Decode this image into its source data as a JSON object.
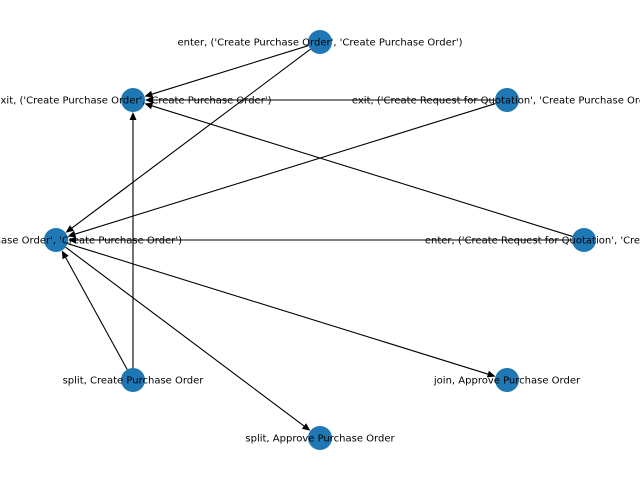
{
  "graph": {
    "node_color": "#1f77b4",
    "edge_color": "#000000",
    "nodes": [
      {
        "id": "n_enter_cpo",
        "label": "enter, ('Create Purchase Order', 'Create Purchase Order')"
      },
      {
        "id": "n_exit_cpo",
        "label": "exit, ('Create Purchase Order', 'Create Purchase Order')"
      },
      {
        "id": "n_exit_rfq",
        "label": "exit, ('Create Request for Quotation', 'Create Purchase Order')"
      },
      {
        "id": "n_left",
        "label": "('Create Purchase Order', 'Create Purchase Order')"
      },
      {
        "id": "n_enter_rfq",
        "label": "enter, ('Create Request for Quotation', 'Create Purchase Order')"
      },
      {
        "id": "n_split_cpo",
        "label": "split, Create Purchase Order"
      },
      {
        "id": "n_join_apo",
        "label": "join, Approve Purchase Order"
      },
      {
        "id": "n_split_apo",
        "label": "split, Approve Purchase Order"
      }
    ],
    "edges": [
      {
        "source": "n_enter_cpo",
        "target": "n_exit_cpo"
      },
      {
        "source": "n_enter_cpo",
        "target": "n_left"
      },
      {
        "source": "n_exit_rfq",
        "target": "n_exit_cpo"
      },
      {
        "source": "n_exit_rfq",
        "target": "n_left"
      },
      {
        "source": "n_enter_rfq",
        "target": "n_exit_cpo"
      },
      {
        "source": "n_enter_rfq",
        "target": "n_left"
      },
      {
        "source": "n_split_cpo",
        "target": "n_exit_cpo"
      },
      {
        "source": "n_split_cpo",
        "target": "n_left"
      },
      {
        "source": "n_left",
        "target": "n_join_apo"
      },
      {
        "source": "n_left",
        "target": "n_split_apo"
      }
    ]
  }
}
